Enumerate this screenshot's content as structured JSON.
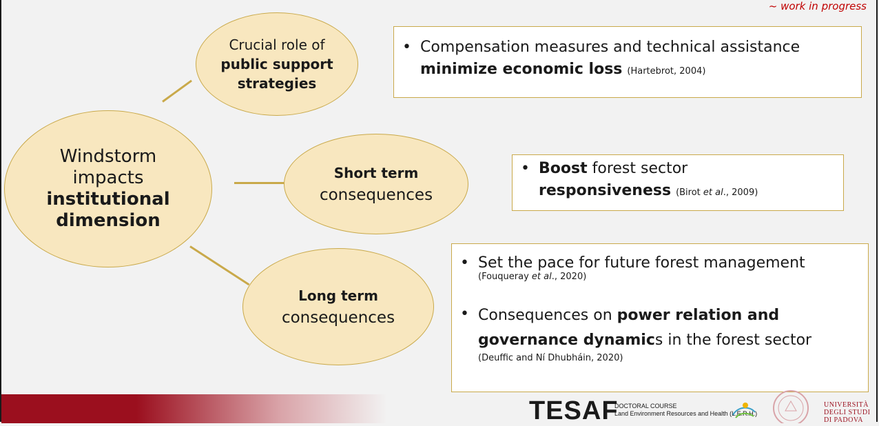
{
  "header": {
    "status": "~ work in progress"
  },
  "main_node": {
    "line1": "Windstorm",
    "line2": "impacts",
    "line3": "institutional",
    "line4": "dimension"
  },
  "node_public_support": {
    "line1": "Crucial role of",
    "line2": "public support",
    "line3": "strategies"
  },
  "node_short_term": {
    "bold": "Short term",
    "rest": "consequences"
  },
  "node_long_term": {
    "bold": "Long term",
    "rest": "consequences"
  },
  "box_public_support": {
    "bullet": "•",
    "text": "Compensation measures and technical assistance",
    "bold": "minimize economic loss",
    "cite": "(Hartebrot, 2004)"
  },
  "box_short_term": {
    "bullet": "•",
    "bold1": "Boost",
    "text1": "forest sector",
    "bold2": "responsiveness",
    "cite_a": "(Birot",
    "cite_b": "et al",
    "cite_c": "., 2009)"
  },
  "box_long_term": {
    "bullet": "•",
    "item1_text": "Set the pace for future forest management",
    "item1_cite_a": "(Fouqueray",
    "item1_cite_b": "et al",
    "item1_cite_c": "., 2020)",
    "item2_text1": "Consequences on",
    "item2_bold1": "power relation and",
    "item2_bold2": "governance dynamic",
    "item2_text2": "s  in the forest sector",
    "item2_cite": "(Deuffic and Ní Dhubháin, 2020)"
  },
  "footer": {
    "logo_text": "TESAF",
    "course_line1": "DOCTORAL COURSE",
    "course_line2": "Land Environment Resources and Health (L.E.R.H.)",
    "univ_line1": "UNIVERSITÀ",
    "univ_line2": "DEGLI STUDI",
    "univ_line3": "DI PADOVA"
  },
  "colors": {
    "accent": "#c00000",
    "node_fill": "#f8e7bf",
    "node_border": "#c9a94a",
    "brand": "#9b0f1e"
  }
}
